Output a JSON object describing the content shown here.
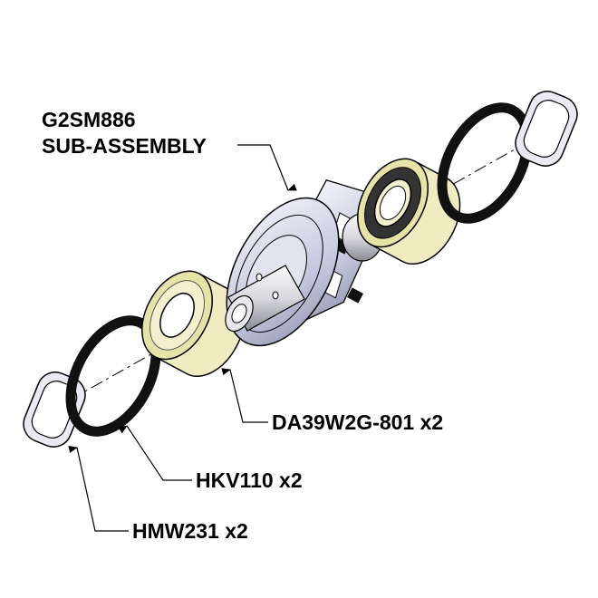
{
  "labels": {
    "subassembly_line1": "G2SM886",
    "subassembly_line2": "SUB-ASSEMBLY",
    "bearing": "DA39W2G-801 x2",
    "oring": "HKV110 x2",
    "washer": "HMW231 x2"
  },
  "colors": {
    "bearing_shield": "#f1efc4",
    "impeller": "#c9cbe0",
    "oring": "#111111"
  }
}
